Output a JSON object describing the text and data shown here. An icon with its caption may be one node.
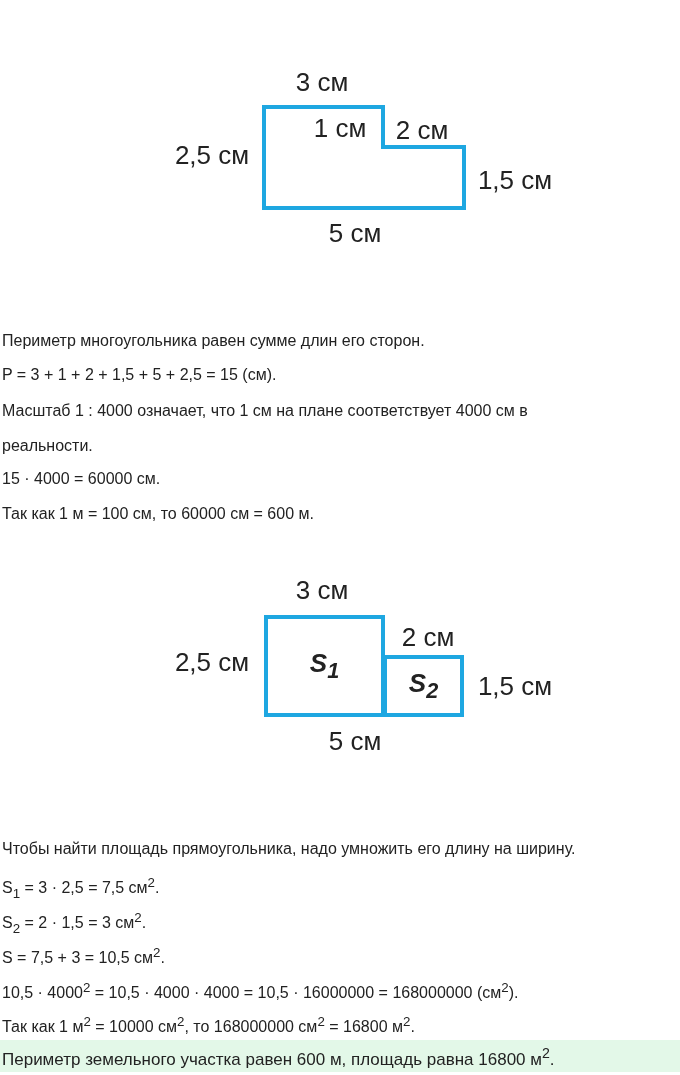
{
  "diagram": {
    "nodes": [
      {
        "text": [
          "S$_{1}$"
        ]
      },
      {
        "text": [
          "S$_{2}$"
        ]
      },
      {
        "text": [
          "Периметр земельного участка равен 600 м, площадь равна 16800 м$^{2}$."
        ]
      }
    ],
    "edges": [],
    "labels": [
      "3 см",
      "1 см",
      "2 см",
      "2,5 см",
      "1,5 см",
      "5 см",
      "Периметр многоугольника равен сумме длин его сторон.",
      "P = 3 + 1 + 2 + 1,5 + 5 + 2,5 = 15 (см).",
      "Масштаб 1 : 4000 означает, что 1 см на плане соответствует 4000 см в реальности.",
      "15 · 4000 = 60000 см.",
      "Так как 1 м = 100 см, то 60000 см = 600 м.",
      "3 см",
      "2 см",
      "2,5 см",
      "1,5 см",
      "5 см",
      "Чтобы найти площадь прямоугольника, надо умножить его длину на ширину.",
      "S$_{1}$ = 3 · 2,5 = 7,5 см$^{2}$.",
      "S$_{2}$ = 2 · 1,5 = 3 см$^{2}$.",
      "S = 7,5 + 3 = 10,5 см$^{2}$.",
      "10,5 · 4000$^{2}$ = 10,5 · 4000 · 4000 = 10,5 · 16000000 = 168000000 (см$^{2}$).",
      "Так как 1 м$^{2}$ = 10000 см$^{2}$, то 168000000 см$^{2}$ = 16800 м$^{2}$."
    ]
  }
}
